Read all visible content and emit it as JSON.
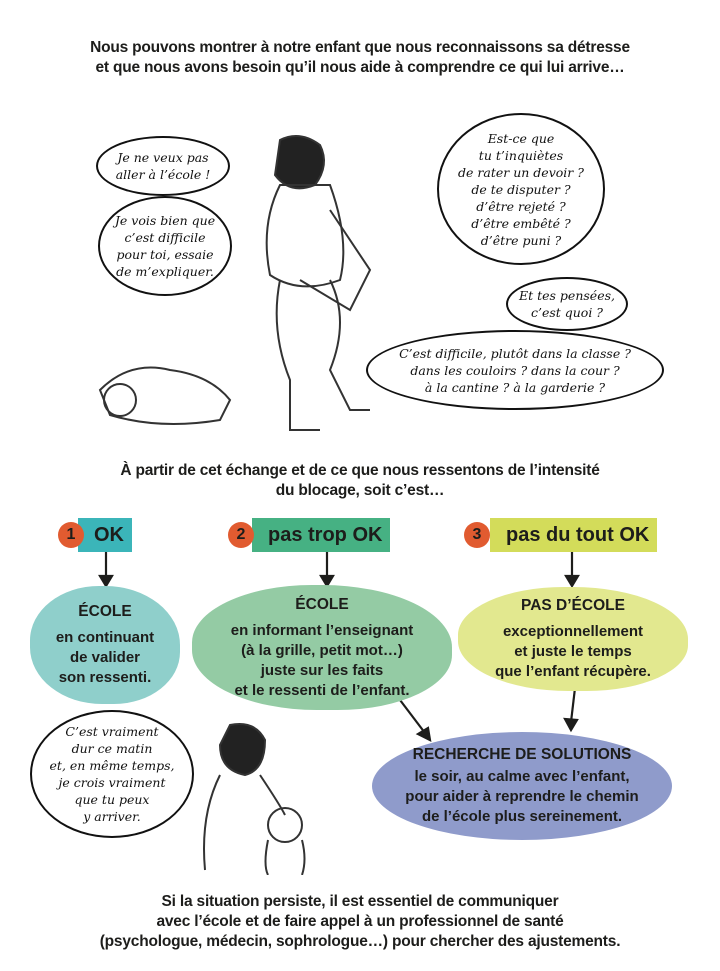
{
  "intro": {
    "line1": "Nous pouvons montrer à notre enfant que nous reconnaissons sa détresse",
    "line2": "et que nous avons besoin qu’il nous aide à comprendre ce qui lui arrive…"
  },
  "bubbles": {
    "child": "Je ne veux pas\naller à l’école !",
    "parent1": "Je vois bien que\nc’est difficile\npour toi, essaie\nde m’expliquer.",
    "worries": "Est-ce que\ntu t’inquiètes\nde rater un devoir ?\nde te disputer ?\nd’être rejeté ?\nd’être embêté ?\nd’être puni ?",
    "thoughts": "Et tes pensées,\nc’est quoi ?",
    "where": "C’est difficile, plutôt dans la classe ?\ndans les couloirs ? dans la cour ?\nà la cantine ? à la garderie ?",
    "encourage": "C’est vraiment\ndur ce matin\net, en même temps,\nje crois vraiment\nque tu peux\ny arriver."
  },
  "middle": {
    "line1": "À partir de cet échange et de ce que nous ressentons de l’intensité",
    "line2": "du blocage, soit c’est…"
  },
  "options": [
    {
      "number": "1",
      "label": "OK",
      "title": "ÉCOLE",
      "body": "en continuant\nde valider\nson ressenti.",
      "tag_color": "#3bb5b9",
      "blob_color": "#8fcfcb"
    },
    {
      "number": "2",
      "label": "pas trop OK",
      "title": "ÉCOLE",
      "body": "en informant l’enseignant\n(à la grille, petit mot…)\njuste sur les faits\net le ressenti de l’enfant.",
      "tag_color": "#46b183",
      "blob_color": "#94cba4"
    },
    {
      "number": "3",
      "label": "pas du tout OK",
      "title": "PAS D’ÉCOLE",
      "body": "exceptionnellement\net juste le temps\nque l’enfant récupère.",
      "tag_color": "#d3dc5a",
      "blob_color": "#e2e88f"
    }
  ],
  "badge_color": "#e15b30",
  "solutions": {
    "title": "RECHERCHE DE SOLUTIONS",
    "body": "le soir, au calme avec l’enfant,\npour aider à reprendre le chemin\nde l’école plus sereinement.",
    "color": "#8f9bcb"
  },
  "footer": {
    "line1": "Si la situation persiste, il est essentiel de communiquer",
    "line2": "avec l’école et de faire appel à un professionnel de santé",
    "line3": "(psychologue, médecin, sophrologue…) pour chercher des ajustements."
  }
}
